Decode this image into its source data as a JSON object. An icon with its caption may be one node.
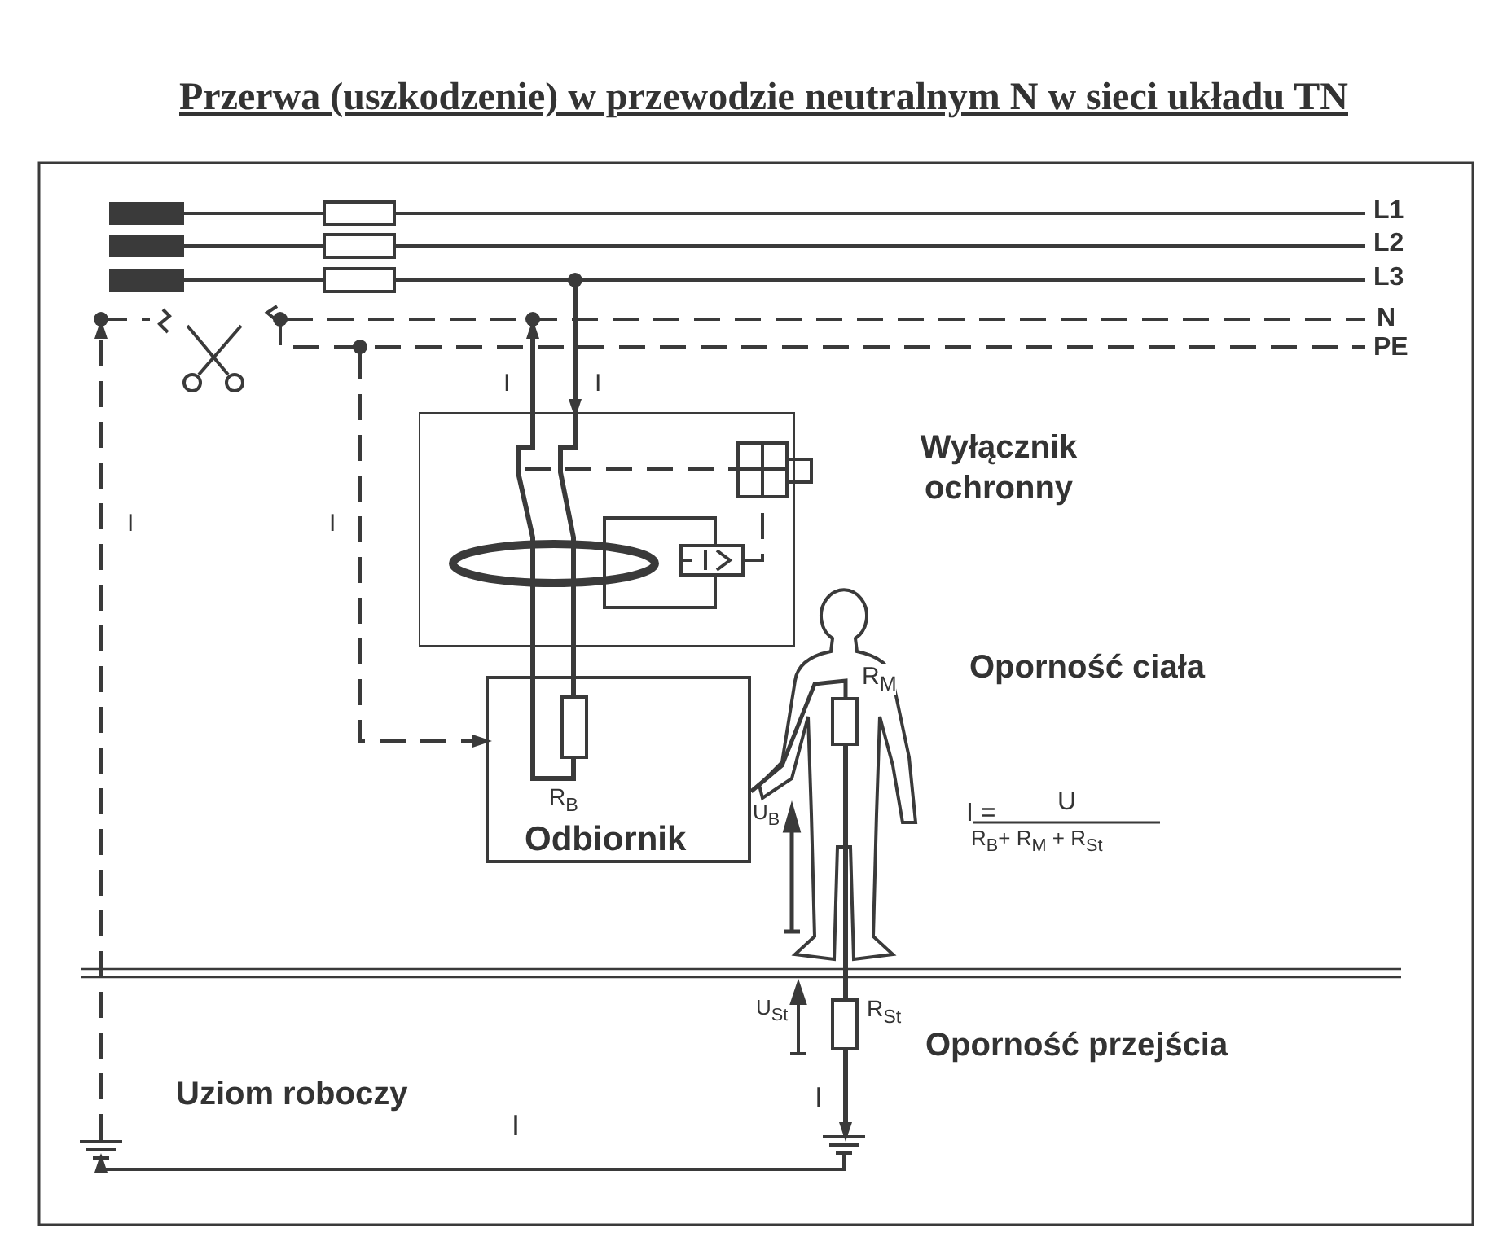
{
  "diagram": {
    "title": "Przerwa (uszkodzenie) w przewodzie neutralnym N w sieci układu TN",
    "nodes": [
      {
        "text": [
          "Wyłącznik ochronny"
        ]
      },
      {
        "text": [
          "Odbiornik"
        ]
      },
      {
        "text": [],
        "shape": "box",
        "in": 1,
        "beside": [
          "R$_{B}$"
        ]
      },
      {
        "text": [],
        "shape": "person"
      },
      {
        "text": [],
        "shape": "box",
        "in": 3,
        "beside": [
          "R$_{M}$",
          "U$_{B}$"
        ]
      },
      {
        "text": [],
        "shape": "box",
        "beside": [
          "U$_{St}$",
          "R$_{St}$"
        ]
      },
      {
        "text": [],
        "shape": "ground",
        "beside": [
          "Uziom roboczy"
        ]
      },
      {
        "text": [],
        "shape": "ground"
      }
    ],
    "edges": [
      {
        "from": 0,
        "to": null,
        "arrow": "to",
        "label": "I"
      },
      {
        "from": null,
        "to": 0,
        "arrow": "to",
        "label": "I"
      },
      {
        "from": 0,
        "to": 2,
        "arrow": "none"
      },
      {
        "from": 0,
        "to": 2,
        "arrow": "none"
      },
      {
        "from": null,
        "to": 1,
        "arrow": "to",
        "label": "I",
        "style": "dashed"
      },
      {
        "from": 6,
        "to": null,
        "arrow": "to",
        "label": "I",
        "style": "dashed"
      },
      {
        "from": 1,
        "to": 4,
        "arrow": "none"
      },
      {
        "from": 4,
        "to": 5,
        "arrow": "none"
      },
      {
        "from": 5,
        "to": 7,
        "arrow": "to",
        "label": "I"
      },
      {
        "from": 7,
        "to": 6,
        "arrow": "to",
        "label": "I"
      }
    ],
    "labels": [
      "L1",
      "L2",
      "L3",
      "N",
      "PE",
      "Oporność ciała",
      "I =",
      "U",
      "R$_{B}$+ R$_{M}$ + R$_{St}$",
      "Oporność przejścia"
    ]
  }
}
